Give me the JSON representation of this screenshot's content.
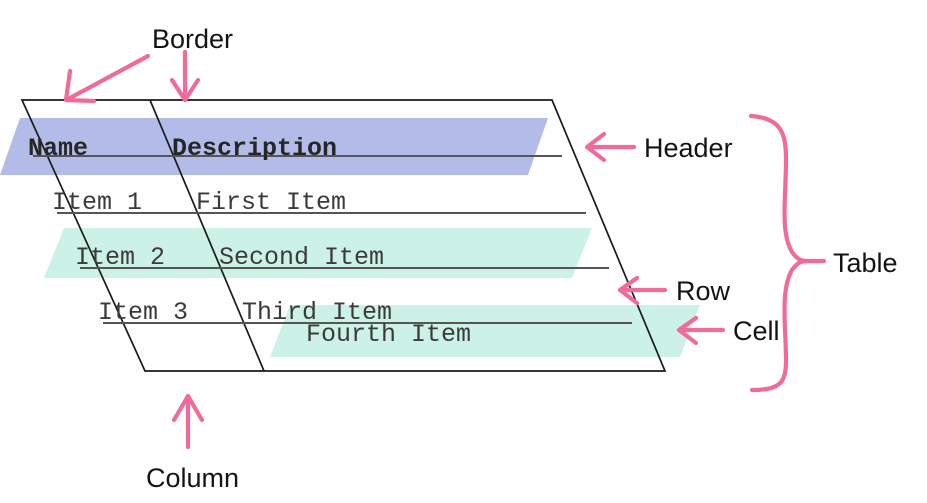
{
  "diagram": {
    "title": "Table anatomy diagram",
    "colors": {
      "accent_pink": "#f06a9b",
      "header_band": "#b3bce8",
      "row_band": "#ccf2e7",
      "cell_band": "#ccf2e7",
      "outline": "#1a1a1a",
      "rule": "#555555",
      "label_text": "#141414",
      "cell_text": "#3b3b3b",
      "background": "#ffffff"
    }
  },
  "table": {
    "columns": [
      "Name",
      "Description"
    ],
    "rows": [
      {
        "name": "Item 1",
        "description": "First Item"
      },
      {
        "name": "Item 2",
        "description": "Second Item"
      },
      {
        "name": "Item 3",
        "description": "Third Item"
      }
    ],
    "floating_cell": "Fourth Item"
  },
  "annotations": {
    "border": "Border",
    "header": "Header",
    "row": "Row",
    "cell": "Cell",
    "table": "Table",
    "column": "Column"
  }
}
